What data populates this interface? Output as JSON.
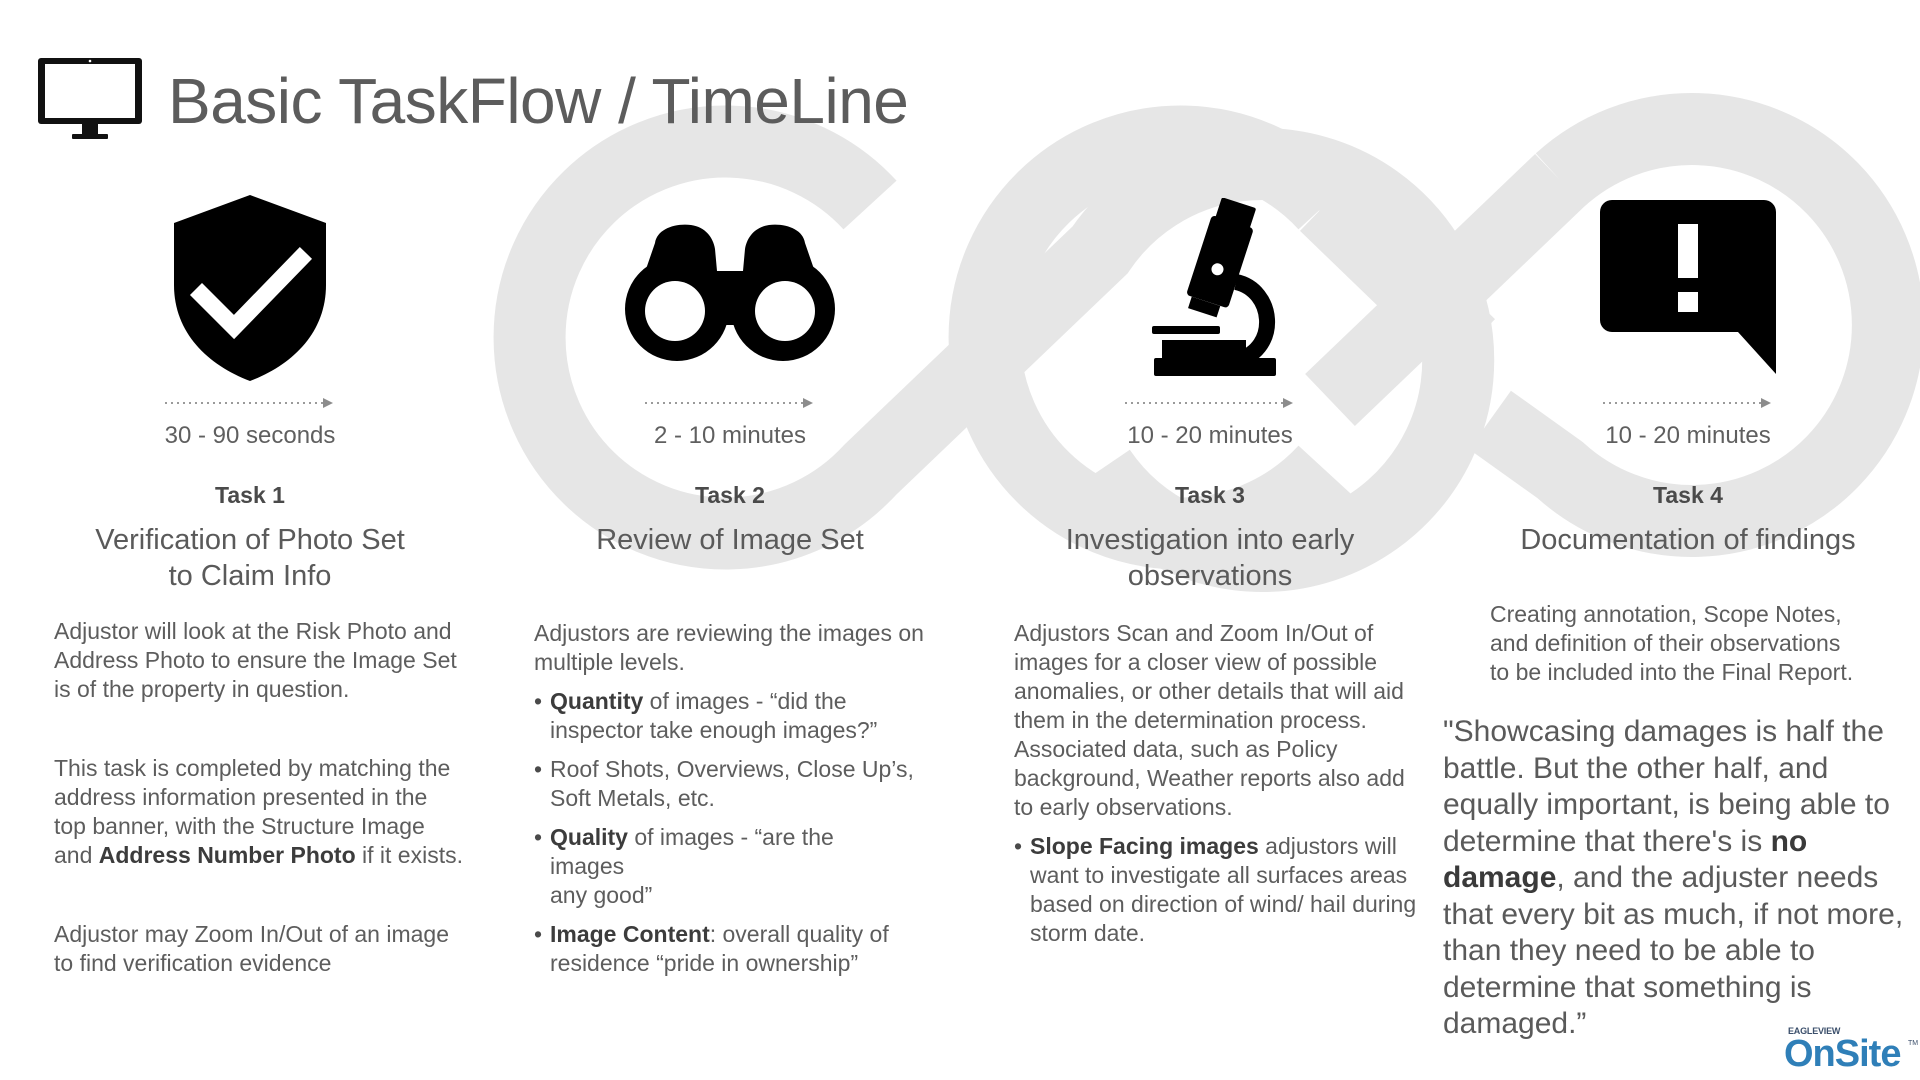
{
  "header": {
    "title": "Basic TaskFlow / TimeLine",
    "icon": "monitor-icon"
  },
  "colors": {
    "background": "#ffffff",
    "text": "#555555",
    "icon": "#000000",
    "loop": "#e6e6e6",
    "logo_blue": "#2f7fb8"
  },
  "tasks": [
    {
      "number": "Task 1",
      "duration": "30 - 90 seconds",
      "heading_line1": "Verification of Photo Set",
      "heading_line2": "to Claim Info",
      "icon": "shield-check-icon",
      "description": {
        "p1": "Adjustor will look at the Risk Photo and Address Photo to ensure the Image Set is of the property in question.",
        "p2_before": "This task is completed by matching the address information presented in the top banner, with the Structure Image and ",
        "p2_bold": "Address Number Photo",
        "p2_after": " if it exists.",
        "p3": "Adjustor may Zoom In/Out of an image to find verification evidence"
      }
    },
    {
      "number": "Task 2",
      "duration": "2 - 10 minutes",
      "heading_line1": "Review of Image Set",
      "icon": "binoculars-icon",
      "description": {
        "intro": "Adjustors are reviewing the images on multiple levels.",
        "b1_bold": "Quantity",
        "b1_rest": " of images - “did the inspector take enough images?”",
        "sub1": "Roof Shots, Overviews, Close Up’s, Soft Metals, etc.",
        "b2_bold": "Quality",
        "b2_rest_line1": " of images - “are the",
        "b2_rest_line2": "images",
        "b2_rest_line3": "any good”",
        "b3_bold": "Image Content",
        "b3_rest": ": overall quality of residence “pride in ownership”"
      }
    },
    {
      "number": "Task 3",
      "duration": "10 - 20 minutes",
      "heading_line1": "Investigation into early",
      "heading_line2": "observations",
      "icon": "microscope-icon",
      "description": {
        "intro": "Adjustors Scan and Zoom In/Out of images for a closer view of possible anomalies, or other details that will aid them in the determination process. Associated data, such as Policy background, Weather reports also add to early observations.",
        "b1_bold": "Slope Facing images",
        "b1_rest": " adjustors will want to investigate all surfaces areas based on  direction of wind/ hail during storm date."
      }
    },
    {
      "number": "Task 4",
      "duration": "10 - 20 minutes",
      "heading_line1": "Documentation of findings",
      "icon": "alert-speech-bubble-icon",
      "description": {
        "line1": "Creating annotation, Scope Notes,",
        "line2": "and definition of their observations",
        "line3": "to be included into the Final Report."
      }
    }
  ],
  "quote": {
    "before": "\"Showcasing damages is half the battle. But the other half, and equally important, is being able to determine that there's is ",
    "bold": "no damage",
    "after": ", and the adjuster needs that every bit as much, if not more, than they need to be able to determine that something is damaged.”"
  },
  "logo": {
    "small": "EAGLEVIEW",
    "big": "OnSite",
    "tm": "TM"
  }
}
